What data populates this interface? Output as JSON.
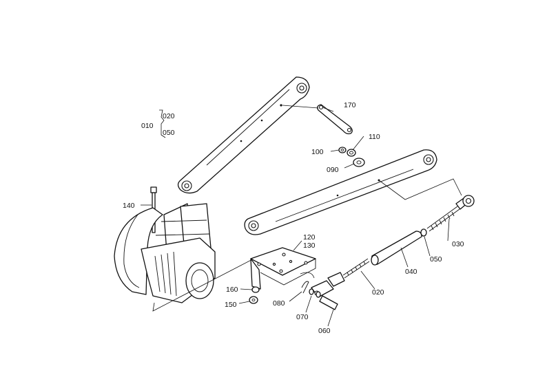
{
  "labels": {
    "p010": "010",
    "p020a": "020",
    "p050a": "050",
    "p170": "170",
    "p110": "110",
    "p100": "100",
    "p090": "090",
    "p140": "140",
    "p120": "120",
    "p130": "130",
    "p030": "030",
    "p050": "050",
    "p040": "040",
    "p020": "020",
    "p160": "160",
    "p150": "150",
    "p080": "080",
    "p070": "070",
    "p060": "060"
  },
  "colors": {
    "line": "#111111",
    "background": "#ffffff"
  }
}
